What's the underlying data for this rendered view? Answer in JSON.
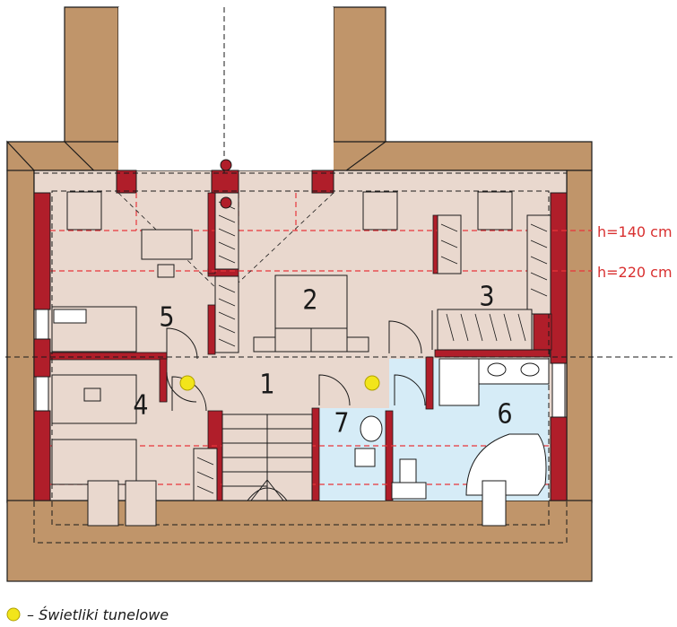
{
  "rooms": [
    {
      "id": "1",
      "label": "1"
    },
    {
      "id": "2",
      "label": "2"
    },
    {
      "id": "3",
      "label": "3"
    },
    {
      "id": "4",
      "label": "4"
    },
    {
      "id": "5",
      "label": "5"
    },
    {
      "id": "6",
      "label": "6"
    },
    {
      "id": "7",
      "label": "7"
    }
  ],
  "height_markers": [
    {
      "label": "h=140 cm"
    },
    {
      "label": "h=220 cm"
    }
  ],
  "legend": {
    "text": "– Świetliki tunelowe"
  },
  "colors": {
    "roof": "#c0956a",
    "floor": "#e9d8ce",
    "bath": "#d6ecf7",
    "wall": "#b01e2a",
    "skylight": "#f2e51b",
    "dash_red": "#e8353b",
    "outline": "#1a1a1a"
  }
}
